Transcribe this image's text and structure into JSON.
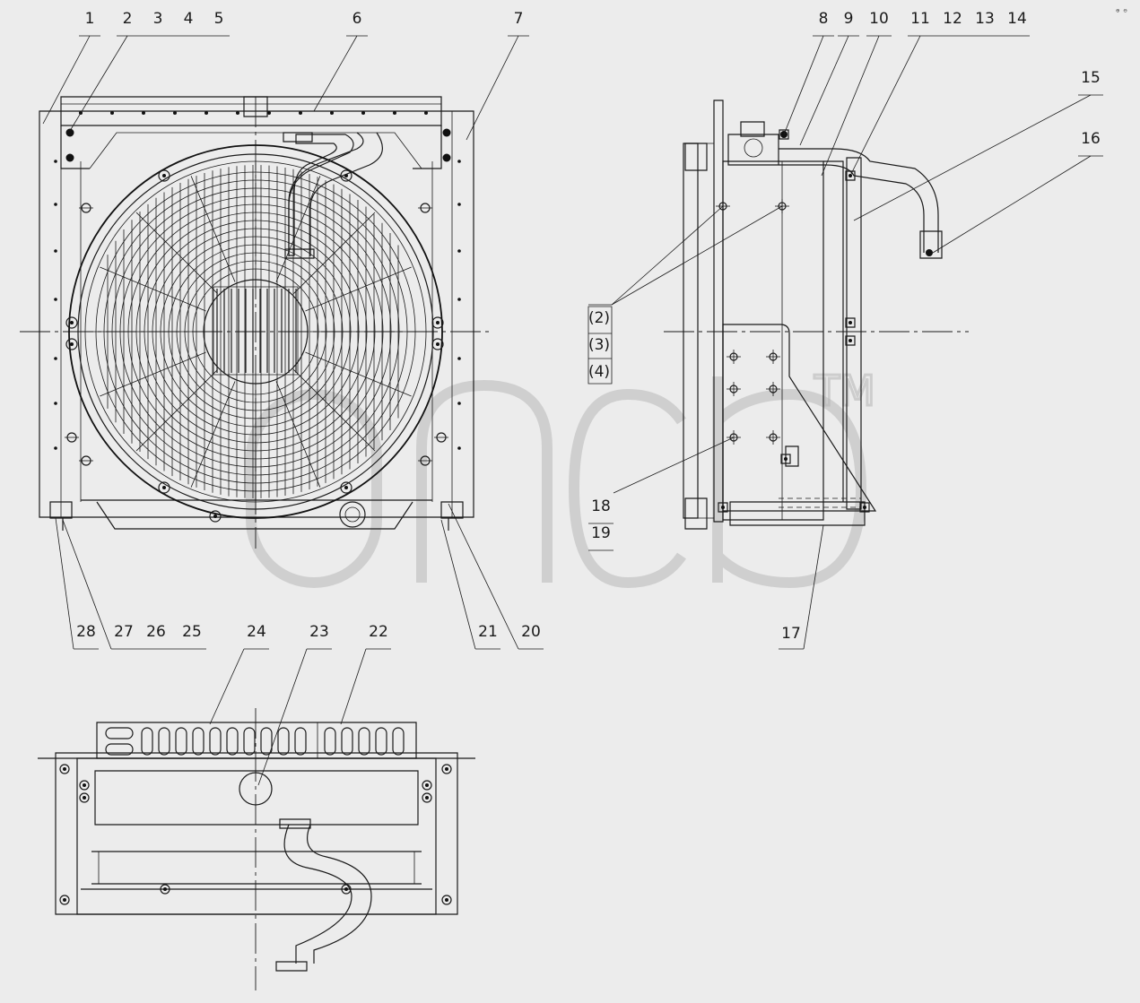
{
  "callouts_front": [
    "1",
    "2",
    "3",
    "4",
    "5",
    "6",
    "7",
    "20",
    "21",
    "25",
    "26",
    "27",
    "28"
  ],
  "callouts_side": [
    "8",
    "9",
    "10",
    "11",
    "12",
    "13",
    "14",
    "15",
    "16",
    "17",
    "18",
    "19",
    "(2)",
    "(3)",
    "(4)"
  ],
  "callouts_bottom": [
    "22",
    "23",
    "24"
  ],
  "watermark": {
    "text": "TM",
    "color": "#b9b9b9"
  },
  "colors": {
    "line": "#1a1a1a",
    "background": "#ececec"
  }
}
